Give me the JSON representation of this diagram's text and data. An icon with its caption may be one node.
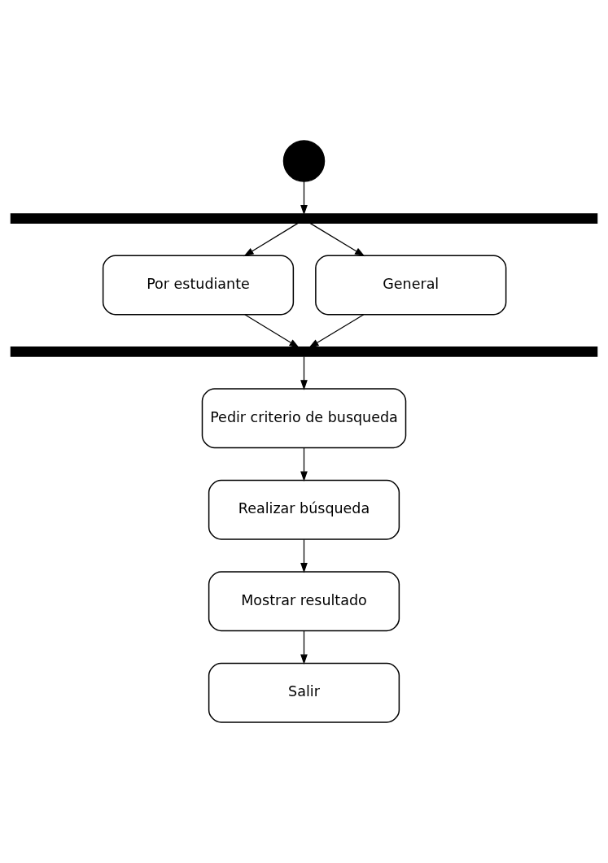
{
  "diagram": {
    "nodes": [
      {
        "text": [],
        "shape": "circle"
      },
      {
        "text": [],
        "shape": "bar"
      },
      {
        "text": [
          "Por estudiante"
        ]
      },
      {
        "text": [
          "General"
        ]
      },
      {
        "text": [],
        "shape": "bar"
      },
      {
        "text": [
          "Pedir criterio de busqueda"
        ]
      },
      {
        "text": [
          "Realizar búsqueda"
        ]
      },
      {
        "text": [
          "Mostrar resultado"
        ]
      },
      {
        "text": [
          "Salir"
        ]
      }
    ],
    "edges": [
      {
        "from": 0,
        "to": 1,
        "arrow": "to"
      },
      {
        "from": 1,
        "to": 2,
        "arrow": "to"
      },
      {
        "from": 1,
        "to": 3,
        "arrow": "to"
      },
      {
        "from": 2,
        "to": 4,
        "arrow": "to"
      },
      {
        "from": 3,
        "to": 4,
        "arrow": "to"
      },
      {
        "from": 4,
        "to": 5,
        "arrow": "to"
      },
      {
        "from": 5,
        "to": 6,
        "arrow": "to"
      },
      {
        "from": 6,
        "to": 7,
        "arrow": "to"
      },
      {
        "from": 7,
        "to": 8,
        "arrow": "to"
      }
    ]
  }
}
